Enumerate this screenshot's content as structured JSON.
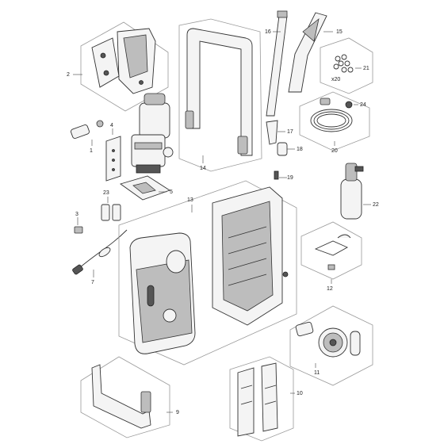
{
  "callouts": {
    "c1": "1",
    "c2": "2",
    "c3": "3",
    "c4": "4",
    "c5": "5",
    "c7": "7",
    "c9": "9",
    "c10": "10",
    "c11": "11",
    "c12": "12",
    "c13": "13",
    "c14": "14",
    "c15": "15",
    "c16": "16",
    "c17": "17",
    "c18": "18",
    "c19": "19",
    "c20": "20",
    "c21": "21",
    "c22": "22",
    "c23": "23",
    "c24": "24"
  },
  "quantity_marks": {
    "x20": "x20"
  }
}
